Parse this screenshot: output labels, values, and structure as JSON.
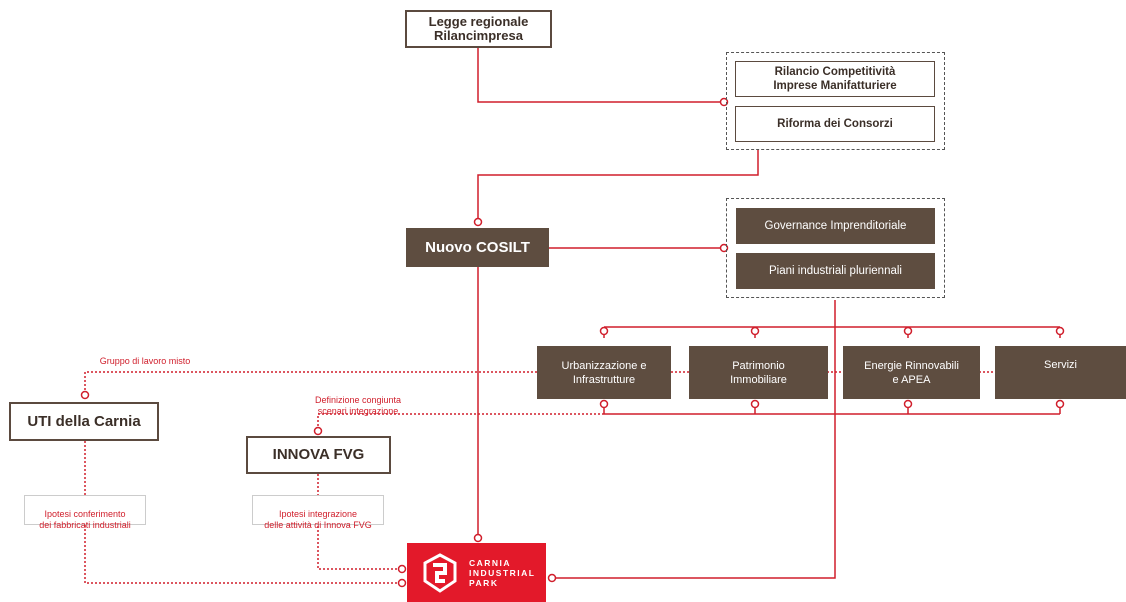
{
  "nodes": {
    "legge": "Legge regionale\nRilancimpresa",
    "rilancio": "Rilancio Competitività\nImprese Manifatturiere",
    "riforma": "Riforma dei Consorzi",
    "cosilt": "Nuovo COSILT",
    "governance": "Governance Imprenditoriale",
    "piani": "Piani industriali pluriennali",
    "urbanizzazione": "Urbanizzazione e\nInfrastrutture",
    "patrimonio": "Patrimonio\nImmobiliare",
    "energie": "Energie Rinnovabili\ne APEA",
    "servizi": "Servizi",
    "uti": "UTI della Carnia",
    "innova": "INNOVA FVG"
  },
  "notes": {
    "gruppo": "Gruppo di lavoro misto",
    "definizione": "Definizione congiunta\nscenari integrazione",
    "ipotesi_conferimento": "Ipotesi conferimento\ndei fabbricati industriali",
    "ipotesi_integrazione": "Ipotesi integrazione\ndelle attività di Innova FVG"
  },
  "logo": {
    "line1": "CARNIA",
    "line2": "INDUSTRIAL",
    "line3": "PARK"
  },
  "colors": {
    "connector": "#d01e2b",
    "box_fill": "#5e4d40",
    "box_border": "#5b4a3f",
    "logo_bg": "#e3192a"
  }
}
